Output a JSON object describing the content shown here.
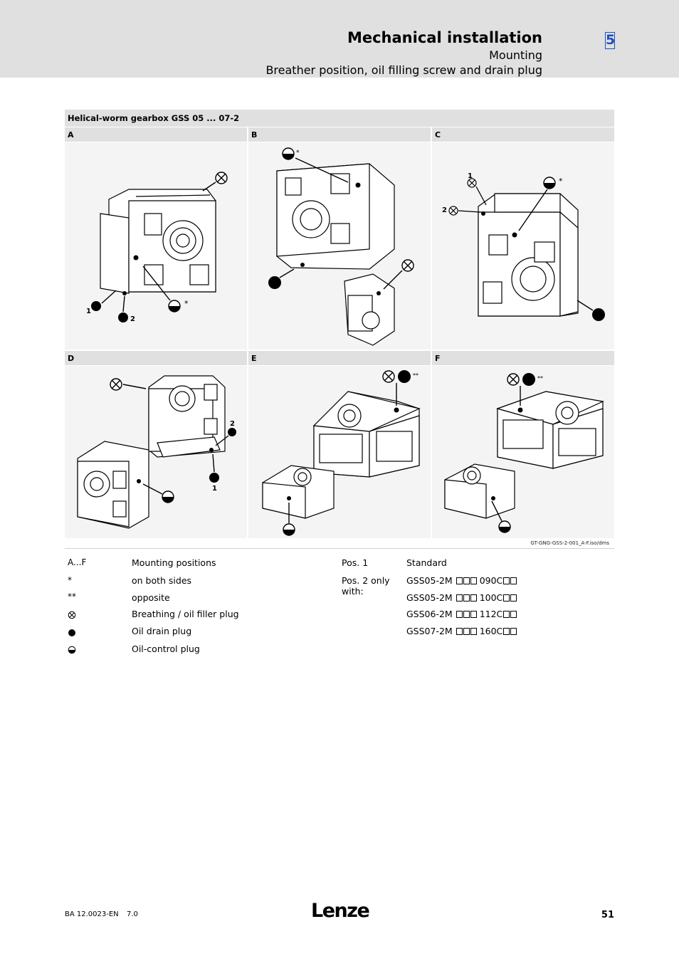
{
  "header": {
    "chapter_title": "Mechanical installation",
    "chapter_number": "5",
    "section": "Mounting",
    "subsection": "Breather position, oil filling screw and drain plug"
  },
  "figure": {
    "title": "Helical-worm gearbox GSS 05 ... 07-2",
    "cells": [
      {
        "label": "A"
      },
      {
        "label": "B"
      },
      {
        "label": "C"
      },
      {
        "label": "D"
      },
      {
        "label": "E"
      },
      {
        "label": "F"
      }
    ],
    "marks": {
      "one": "1",
      "two": "2",
      "star": "*",
      "double_star": "**"
    },
    "reference": "GT-GNG-GSS-2-001_A-F.iso/dms"
  },
  "legend": [
    {
      "key": "A...F",
      "text": "Mounting positions"
    },
    {
      "key": "*",
      "text": "on both sides"
    },
    {
      "key": "**",
      "text": "opposite"
    },
    {
      "key": "breather-symbol",
      "text": "Breathing / oil filler plug"
    },
    {
      "key": "drain-symbol",
      "text": "Oil drain plug"
    },
    {
      "key": "control-symbol",
      "text": "Oil-control plug"
    }
  ],
  "positions": {
    "pos1_label": "Pos. 1",
    "pos1_value": "Standard",
    "pos2_label": "Pos. 2 only with:",
    "variants": [
      {
        "prefix": "GSS05-2M",
        "code": "090C"
      },
      {
        "prefix": "GSS05-2M",
        "code": "100C"
      },
      {
        "prefix": "GSS06-2M",
        "code": "112C"
      },
      {
        "prefix": "GSS07-2M",
        "code": "160C"
      }
    ]
  },
  "footer": {
    "doc_number": "BA 12.0023-EN",
    "version": "7.0",
    "logo": "Lenze",
    "page_number": "51"
  }
}
